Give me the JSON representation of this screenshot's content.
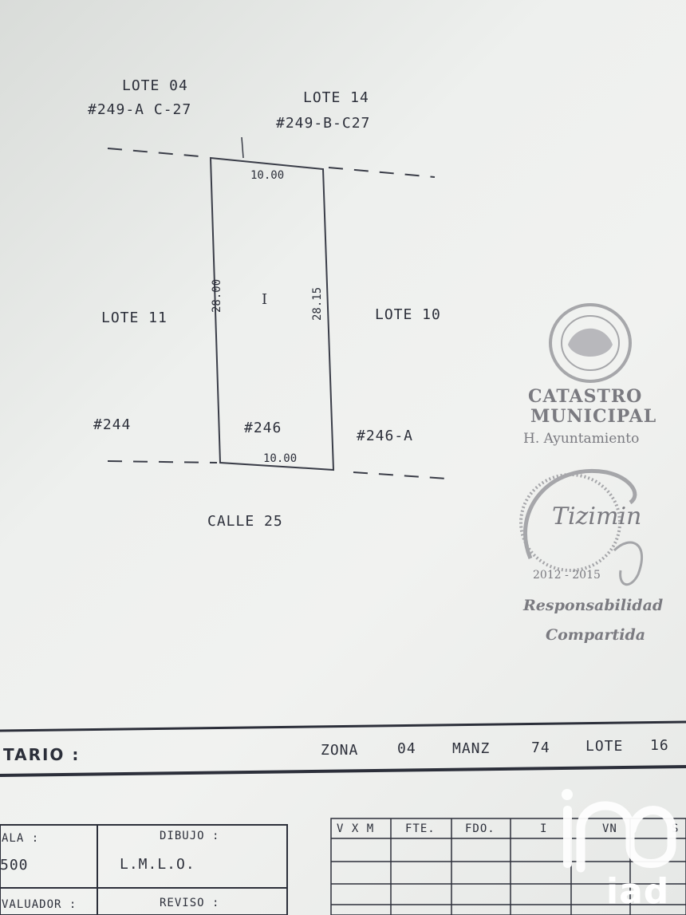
{
  "plot": {
    "north_left_lot": "LOTE 04",
    "north_left_ref": "#249-A C-27",
    "north_right_lot": "LOTE 14",
    "north_right_ref": "#249-B-C27",
    "top_dim": "10.00",
    "bottom_dim": "10.00",
    "left_dim": "28.00",
    "right_dim": "28.15",
    "lot_roman": "I",
    "west_lot": "LOTE 11",
    "east_lot": "LOTE 10",
    "west_num": "#244",
    "center_num": "#246",
    "east_num": "#246-A",
    "street": "CALLE 25"
  },
  "stamp": {
    "title_line1": "CATASTRO",
    "title_line2": "MUNICIPAL",
    "subtitle": "H. Ayuntamiento",
    "city": "Tizimin",
    "years": "2012 - 2015",
    "motto1": "Responsabilidad",
    "motto2": "Compartida"
  },
  "form": {
    "owner_label": "TARIO :",
    "zona_label": "ZONA",
    "zona_value": "04",
    "manz_label": "MANZ",
    "manz_value": "74",
    "lote_label": "LOTE",
    "lote_value": "16",
    "scale_label": "ALA :",
    "scale_value": "500",
    "dibujo_label": "DIBUJO :",
    "dibujo_value": "L.M.L.O.",
    "valuador_label": "VALUADOR :",
    "reviso_label": "REVISO :",
    "table_headers": [
      "V X M",
      "FTE.",
      "FDO.",
      "I",
      "VN",
      "S"
    ]
  },
  "watermark": {
    "logo": "iad"
  }
}
